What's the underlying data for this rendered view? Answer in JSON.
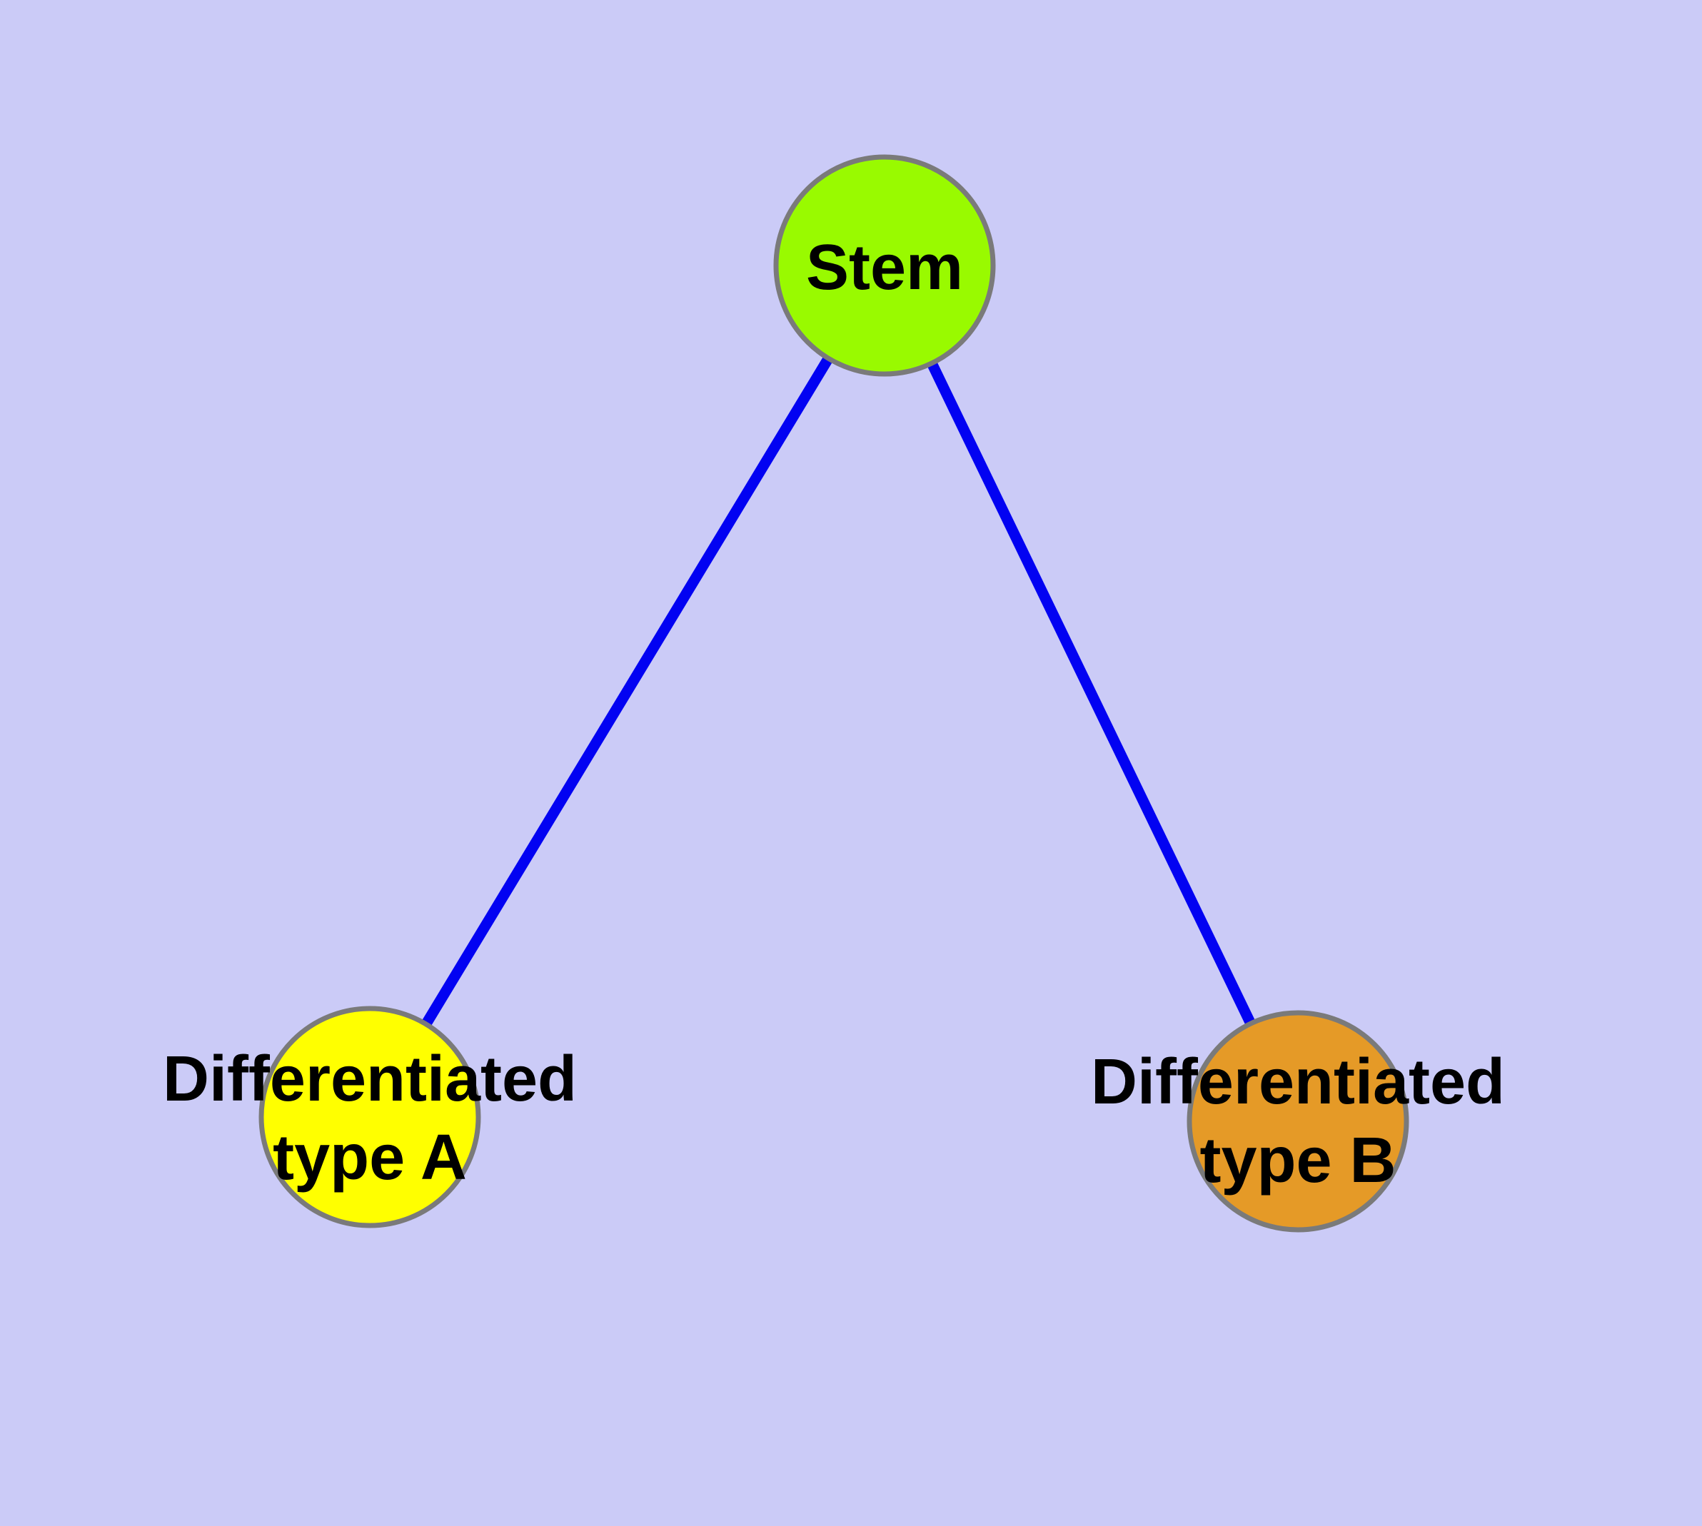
{
  "diagram": {
    "background_color": "#CBCBF7",
    "edge_color": "#0202F2",
    "node_border_color": "#7A7A7A",
    "nodes": {
      "stem": {
        "label": "Stem",
        "color": "#99FA00"
      },
      "type_a": {
        "label_line1": "Differentiated",
        "label_line2": "type A",
        "color": "#FFFF00"
      },
      "type_b": {
        "label_line1": "Differentiated",
        "label_line2": "type B",
        "color": "#E59A27"
      }
    },
    "edges": [
      {
        "from": "Stem",
        "to": "Differentiated type A"
      },
      {
        "from": "Stem",
        "to": "Differentiated type B"
      }
    ]
  }
}
